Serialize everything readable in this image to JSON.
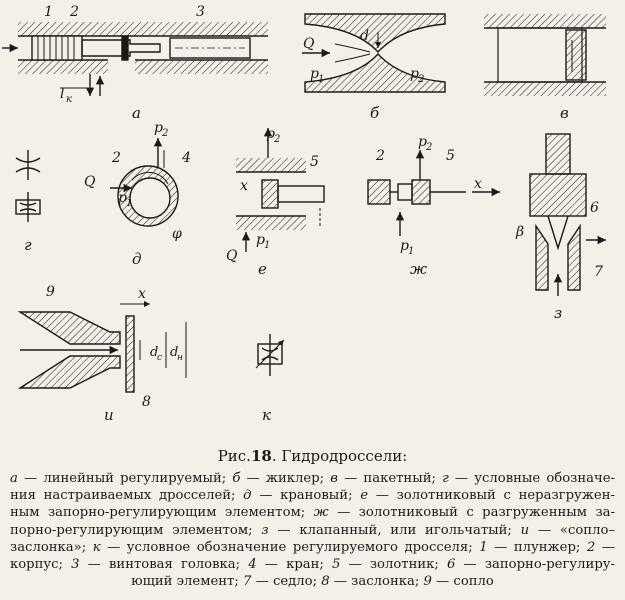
{
  "figure": {
    "labels": {
      "a": "а",
      "b": "б",
      "v": "в",
      "g": "г",
      "d": "д",
      "e": "е",
      "zh": "ж",
      "z": "з",
      "i": "и",
      "k": "к"
    },
    "numbers": [
      "1",
      "2",
      "3",
      "2",
      "4",
      "5",
      "2",
      "5",
      "6",
      "7",
      "9",
      "8"
    ],
    "symbols": {
      "Q": "Q",
      "p1": "p",
      "p2": "p",
      "sub1": "1",
      "sub2": "2",
      "d": "d",
      "lk": "l",
      "lk_sub": "к",
      "phi": "φ",
      "x": "x",
      "beta": "β",
      "dc": "d",
      "dc_sub": "c",
      "dn": "d",
      "dn_sub": "н"
    }
  },
  "caption": {
    "prefix": "Рис.",
    "number": "18",
    "title": ". Гидродроссели:",
    "lines": [
      [
        {
          "i": "а"
        },
        {
          "t": " — линейный регулируемый; "
        },
        {
          "i": "б"
        },
        {
          "t": " — жиклер; "
        },
        {
          "i": "в"
        },
        {
          "t": " — пакетный; "
        },
        {
          "i": "г"
        },
        {
          "t": " — условные обозначе-"
        }
      ],
      [
        {
          "t": "ния настраиваемых дросселей; "
        },
        {
          "i": "д"
        },
        {
          "t": " — крановый; "
        },
        {
          "i": "е"
        },
        {
          "t": " — золотниковый с неразгружен-"
        }
      ],
      [
        {
          "t": "ным запорно-регулирующим элементом; "
        },
        {
          "i": "ж"
        },
        {
          "t": " — золотниковый с разгруженным за-"
        }
      ],
      [
        {
          "t": "порно-регулирующим элементом; "
        },
        {
          "i": "з"
        },
        {
          "t": " — клапанный, или игольчатый; "
        },
        {
          "i": "и"
        },
        {
          "t": " — «сопло–"
        }
      ],
      [
        {
          "t": "заслонка»; "
        },
        {
          "i": "к"
        },
        {
          "t": " — условное обозначение регулируемого дросселя; "
        },
        {
          "i": "1"
        },
        {
          "t": " — плунжер; "
        },
        {
          "i": "2"
        },
        {
          "t": " —"
        }
      ],
      [
        {
          "t": "корпус; "
        },
        {
          "i": "3"
        },
        {
          "t": " — винтовая головка; "
        },
        {
          "i": "4"
        },
        {
          "t": " — кран; "
        },
        {
          "i": "5"
        },
        {
          "t": " — золотник; "
        },
        {
          "i": "6"
        },
        {
          "t": " — запорно-регулиру-"
        }
      ],
      [
        {
          "t": "ющий элемент; "
        },
        {
          "i": "7"
        },
        {
          "t": " — седло; "
        },
        {
          "i": "8"
        },
        {
          "t": " — заслонка; "
        },
        {
          "i": "9"
        },
        {
          "t": " — сопло"
        }
      ]
    ]
  }
}
